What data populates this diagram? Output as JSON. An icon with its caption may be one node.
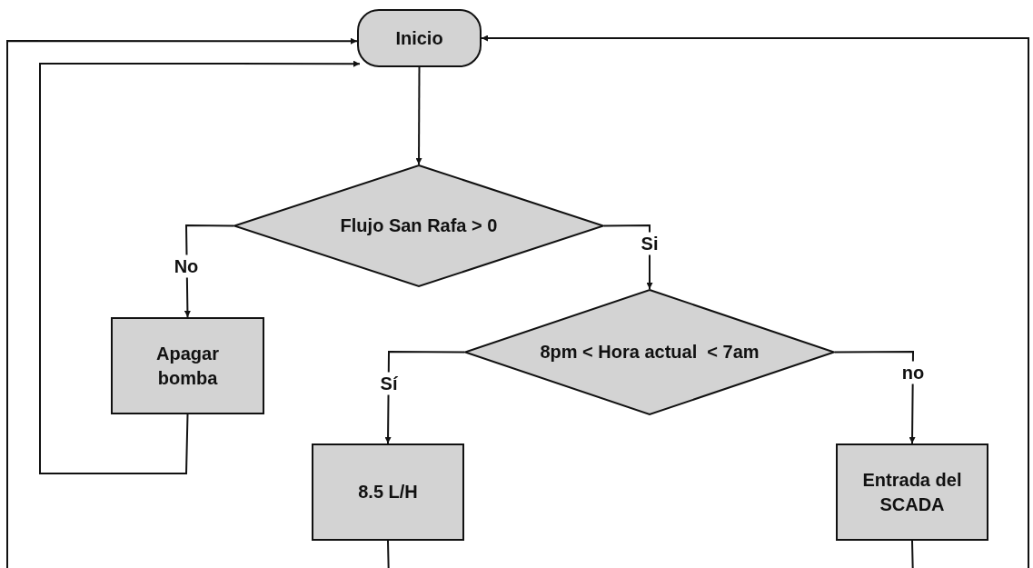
{
  "diagram": {
    "nodes": [
      {
        "text": [
          "Inicio"
        ]
      },
      {
        "text": [
          "Flujo San Rafa > 0"
        ]
      },
      {
        "text": [
          "Apagar bomba"
        ]
      },
      {
        "text": [
          "8pm < Hora actual  < 7am"
        ]
      },
      {
        "text": [
          "8.5 L/H"
        ]
      },
      {
        "text": [
          "Entrada del SCADA"
        ]
      }
    ],
    "edges": [
      {
        "from": 0,
        "to": 1,
        "arrow": "to"
      },
      {
        "from": 1,
        "to": 2,
        "arrow": "to",
        "label": "No"
      },
      {
        "from": 1,
        "to": 3,
        "arrow": "to",
        "label": "Si"
      },
      {
        "from": 3,
        "to": 4,
        "arrow": "to",
        "label": "Sí"
      },
      {
        "from": 3,
        "to": 5,
        "arrow": "to",
        "label": "no"
      },
      {
        "from": 2,
        "to": 0,
        "arrow": "to"
      },
      {
        "from": 4,
        "to": 0,
        "arrow": "to"
      },
      {
        "from": 5,
        "to": 0,
        "arrow": "to"
      }
    ]
  }
}
